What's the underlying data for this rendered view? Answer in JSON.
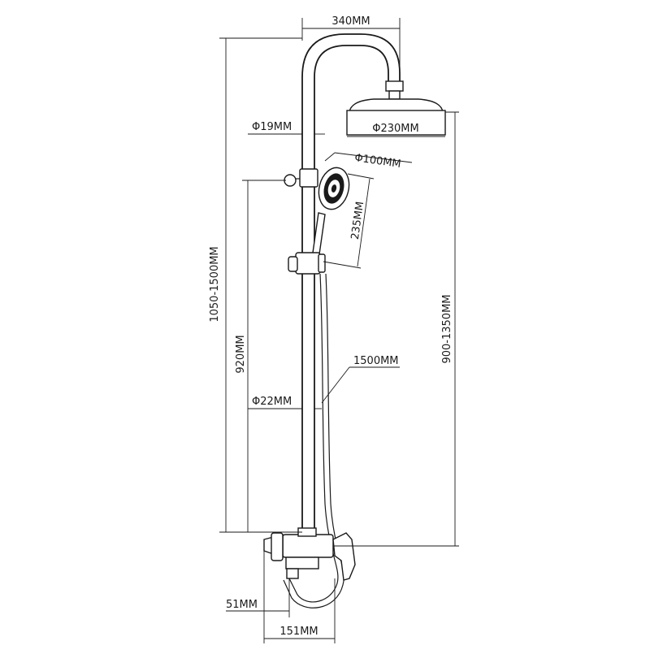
{
  "dimensions": {
    "top_width": "340MM",
    "pipe_upper_diameter": "Φ19MM",
    "overhead_diameter": "Φ230MM",
    "handheld_diameter": "Φ100MM",
    "handheld_length": "235MM",
    "total_height": "1050-1500MM",
    "rail_height": "920MM",
    "overhead_height": "900-1350MM",
    "hose_length": "1500MM",
    "pipe_lower_diameter": "Φ22MM",
    "outlet_depth": "51MM",
    "mixer_width": "151MM"
  }
}
